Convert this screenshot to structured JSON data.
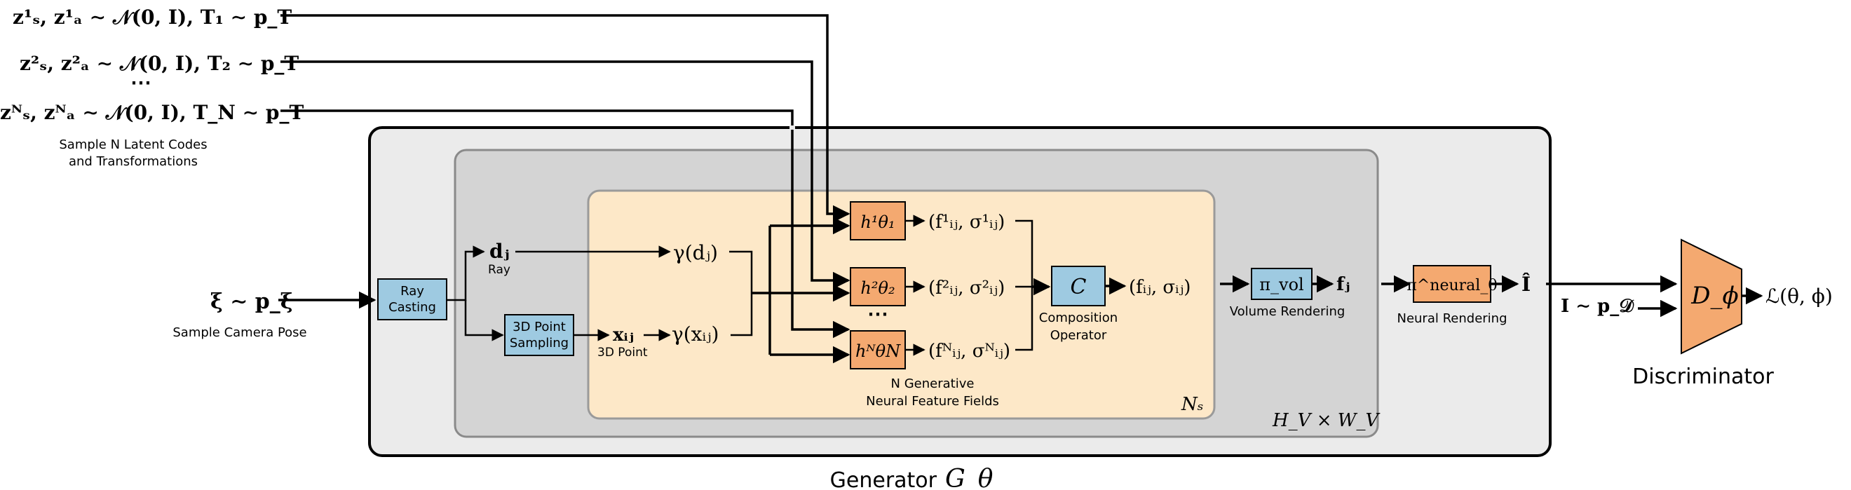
{
  "colors": {
    "outer_fill": "#ebebeb",
    "outer_stroke": "#000000",
    "mid_fill": "#d4d4d4",
    "mid_stroke": "#8a8a8a",
    "inner_fill": "#fde8c8",
    "inner_stroke": "#9a9a9a",
    "blue_box": "#9ecae1",
    "orange_box": "#f4a970",
    "disc_fill": "#f4a970"
  },
  "inputs": {
    "line1": "z¹ₛ, z¹ₐ ∼ 𝒩(0, I), T₁ ∼ p_T",
    "line2": "z²ₛ, z²ₐ ∼ 𝒩(0, I), T₂ ∼ p_T",
    "dots": "⋯",
    "lineN": "zᴺₛ, zᴺₐ ∼ 𝒩(0, I), T_N ∼ p_T",
    "caption1": "Sample N Latent Codes",
    "caption2": "and Transformations"
  },
  "camera": {
    "formula": "ξ ∼ p_ξ",
    "caption": "Sample Camera Pose"
  },
  "ray_casting": {
    "line1": "Ray",
    "line2": "Casting"
  },
  "point_sampling": {
    "line1": "3D Point",
    "line2": "Sampling"
  },
  "ray": {
    "symbol": "dⱼ",
    "caption": "Ray"
  },
  "point": {
    "symbol": "xᵢⱼ",
    "caption": "3D Point"
  },
  "gamma_d": "γ(dⱼ)",
  "gamma_x": "γ(xᵢⱼ)",
  "fields": {
    "h1": "h¹θ₁",
    "h2": "h²θ₂",
    "hdots": "⋯",
    "hN": "hᴺθN",
    "out1": "(f¹ᵢⱼ, σ¹ᵢⱼ)",
    "out2": "(f²ᵢⱼ, σ²ᵢⱼ)",
    "outN": "(fᴺᵢⱼ, σᴺᵢⱼ)",
    "caption1": "N Generative",
    "caption2": "Neural Feature Fields",
    "count": "Nₛ"
  },
  "composition": {
    "symbol": "C",
    "output": "(fᵢⱼ, σᵢⱼ)",
    "caption1": "Composition",
    "caption2": "Operator"
  },
  "volume": {
    "symbol": "π_vol",
    "output": "fⱼ",
    "caption": "Volume Rendering"
  },
  "resolution": "H_V × W_V",
  "neural": {
    "symbol": "π^neural_θ",
    "output": "Î",
    "caption": "Neural Rendering"
  },
  "real_image": "I ∼ p_𝒟",
  "discriminator": {
    "symbol": "D_ϕ",
    "output": "ℒ(θ, ϕ)",
    "caption": "Discriminator"
  },
  "generator": {
    "caption": "Generator",
    "symbol": "G_θ"
  }
}
